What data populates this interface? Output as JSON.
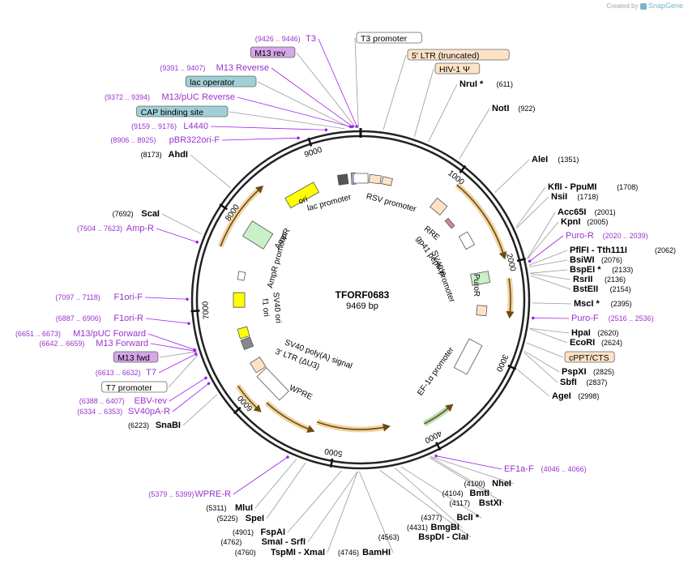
{
  "credit": {
    "prefix": "Created by",
    "brand": "SnapGene"
  },
  "plasmid": {
    "name": "TFORF0683",
    "size": 9469,
    "size_label": "9469 bp"
  },
  "colors": {
    "site_text": "#000000",
    "primer_text": "#9932cc",
    "connector_site": "#9a9a9a",
    "connector_primer": "#a020f0",
    "backbone": "#222222",
    "orange_feature": "#e0a030",
    "green_feature": "#5cb85c",
    "yellow_feature": "#ffff00"
  },
  "ruler_ticks": [
    "1000",
    "2000",
    "3000",
    "4000",
    "5000",
    "6000",
    "7000",
    "8000",
    "9000"
  ],
  "labels": [
    {
      "name": "T3",
      "range": "(9426 .. 9446)",
      "kind": "primer",
      "pos": 9436
    },
    {
      "name": "M13 rev",
      "kind": "boxed",
      "box": "purple",
      "pos": 9430
    },
    {
      "name": "M13 Reverse",
      "range": "(9391 .. 9407)",
      "kind": "primer",
      "pos": 9399
    },
    {
      "name": "lac operator",
      "kind": "boxed",
      "box": "teal",
      "pos": 9390
    },
    {
      "name": "M13/pUC Reverse",
      "range": "(9372 .. 9394)",
      "kind": "primer",
      "pos": 9383
    },
    {
      "name": "CAP binding site",
      "kind": "boxed",
      "box": "teal",
      "pos": 9330
    },
    {
      "name": "L4440",
      "range": "(9159 .. 9176)",
      "kind": "primer",
      "pos": 9167
    },
    {
      "name": "pBR322ori-F",
      "range": "(8906 .. 8925)",
      "kind": "primer",
      "pos": 8915
    },
    {
      "name": "AhdI",
      "range": "(8173)",
      "kind": "site",
      "pos": 8173
    },
    {
      "name": "ScaI",
      "range": "(7692)",
      "kind": "site",
      "pos": 7692
    },
    {
      "name": "Amp-R",
      "range": "(7604 .. 7623)",
      "kind": "primer",
      "pos": 7613
    },
    {
      "name": "F1ori-F",
      "range": "(7097 .. 7118)",
      "kind": "primer",
      "pos": 7107
    },
    {
      "name": "F1ori-R",
      "range": "(6887 .. 6906)",
      "kind": "primer",
      "pos": 6896
    },
    {
      "name": "M13/pUC Forward",
      "range": "(6651 .. 6673)",
      "kind": "primer",
      "pos": 6662
    },
    {
      "name": "M13 Forward",
      "range": "(6642 .. 6659)",
      "kind": "primer",
      "pos": 6650
    },
    {
      "name": "M13 fwd",
      "kind": "boxed",
      "box": "purple",
      "pos": 6640
    },
    {
      "name": "T7",
      "range": "(6613 .. 6632)",
      "kind": "primer",
      "pos": 6622
    },
    {
      "name": "T7 promoter",
      "kind": "boxed",
      "box": "white",
      "pos": 6610
    },
    {
      "name": "EBV-rev",
      "range": "(6388 .. 6407)",
      "kind": "primer",
      "pos": 6397
    },
    {
      "name": "SV40pA-R",
      "range": "(6334 .. 6353)",
      "kind": "primer",
      "pos": 6343
    },
    {
      "name": "SnaBI",
      "range": "(6223)",
      "kind": "site",
      "pos": 6223
    },
    {
      "name": "WPRE-R",
      "range": "(5379 .. 5399)",
      "kind": "primer",
      "pos": 5389
    },
    {
      "name": "MluI",
      "range": "(5311)",
      "kind": "site",
      "pos": 5311
    },
    {
      "name": "SpeI",
      "range": "(5225)",
      "kind": "site",
      "pos": 5225
    },
    {
      "name": "FspAI",
      "range": "(4901)",
      "kind": "site",
      "pos": 4901
    },
    {
      "name": "SmaI - SrfI",
      "range": "(4762)",
      "kind": "site",
      "pos": 4762
    },
    {
      "name": "TspMI - XmaI",
      "range": "(4760)",
      "kind": "site",
      "pos": 4760
    },
    {
      "name": "BamHI",
      "range": "(4746)",
      "kind": "site",
      "pos": 4746
    },
    {
      "name": "BspDI - ClaI",
      "range": "(4563)",
      "kind": "site",
      "pos": 4563
    },
    {
      "name": "BmgBI",
      "range": "(4431)",
      "kind": "site",
      "pos": 4431
    },
    {
      "name": "BclI *",
      "range": "(4377)",
      "kind": "site",
      "pos": 4377
    },
    {
      "name": "BstXI",
      "range": "(4117)",
      "kind": "site",
      "pos": 4117
    },
    {
      "name": "BmtI",
      "range": "(4104)",
      "kind": "site",
      "pos": 4104
    },
    {
      "name": "NheI",
      "range": "(4100)",
      "kind": "site",
      "pos": 4100
    },
    {
      "name": "EF1a-F",
      "range": "(4046 .. 4066)",
      "kind": "primer",
      "pos": 4056
    },
    {
      "name": "AgeI",
      "range": "(2998)",
      "kind": "site",
      "pos": 2998
    },
    {
      "name": "SbfI",
      "range": "(2837)",
      "kind": "site",
      "pos": 2837
    },
    {
      "name": "PspXI",
      "range": "(2825)",
      "kind": "site",
      "pos": 2825
    },
    {
      "name": "cPPT/CTS",
      "kind": "boxed",
      "box": "orange",
      "pos": 2750
    },
    {
      "name": "EcoRI",
      "range": "(2624)",
      "kind": "site",
      "pos": 2624
    },
    {
      "name": "HpaI",
      "range": "(2620)",
      "kind": "site",
      "pos": 2620
    },
    {
      "name": "Puro-F",
      "range": "(2516 .. 2536)",
      "kind": "primer",
      "pos": 2526
    },
    {
      "name": "MscI *",
      "range": "(2395)",
      "kind": "site",
      "pos": 2395
    },
    {
      "name": "BstEII",
      "range": "(2154)",
      "kind": "site",
      "pos": 2154
    },
    {
      "name": "RsrII",
      "range": "(2136)",
      "kind": "site",
      "pos": 2136
    },
    {
      "name": "BspEI *",
      "range": "(2133)",
      "kind": "site",
      "pos": 2133
    },
    {
      "name": "BsiWI",
      "range": "(2076)",
      "kind": "site",
      "pos": 2076
    },
    {
      "name": "PflFI - Tth111I",
      "range": "(2062)",
      "kind": "site",
      "pos": 2062
    },
    {
      "name": "Puro-R",
      "range": "(2020 .. 2039)",
      "kind": "primer",
      "pos": 2029
    },
    {
      "name": "KpnI",
      "range": "(2005)",
      "kind": "site",
      "pos": 2005
    },
    {
      "name": "Acc65I",
      "range": "(2001)",
      "kind": "site",
      "pos": 2001
    },
    {
      "name": "NsiI",
      "range": "(1718)",
      "kind": "site",
      "pos": 1718
    },
    {
      "name": "KflI - PpuMI",
      "range": "(1708)",
      "kind": "site",
      "pos": 1708
    },
    {
      "name": "AleI",
      "range": "(1351)",
      "kind": "site",
      "pos": 1351
    },
    {
      "name": "NotI",
      "range": "(922)",
      "kind": "site",
      "pos": 922
    },
    {
      "name": "NruI *",
      "range": "(611)",
      "kind": "site",
      "pos": 611
    },
    {
      "name": "HIV-1 Ψ",
      "kind": "boxed",
      "box": "orange",
      "pos": 480
    },
    {
      "name": "5' LTR (truncated)",
      "kind": "boxed",
      "box": "orange",
      "pos": 200
    },
    {
      "name": "T3 promoter",
      "kind": "boxed",
      "box": "white",
      "pos": 9450
    }
  ],
  "inner_labels": [
    {
      "name": "ori"
    },
    {
      "name": "lac promoter"
    },
    {
      "name": "RSV promoter"
    },
    {
      "name": "RRE"
    },
    {
      "name": "gp41 peptide"
    },
    {
      "name": "SV40 promoter"
    },
    {
      "name": "PuroR"
    },
    {
      "name": "EF-1α promoter"
    },
    {
      "name": "WPRE"
    },
    {
      "name": "3' LTR (ΔU3)"
    },
    {
      "name": "SV40 poly(A) signal"
    },
    {
      "name": "SV40 ori"
    },
    {
      "name": "f1 ori"
    },
    {
      "name": "AmpR promoter"
    },
    {
      "name": "AmpR"
    }
  ]
}
